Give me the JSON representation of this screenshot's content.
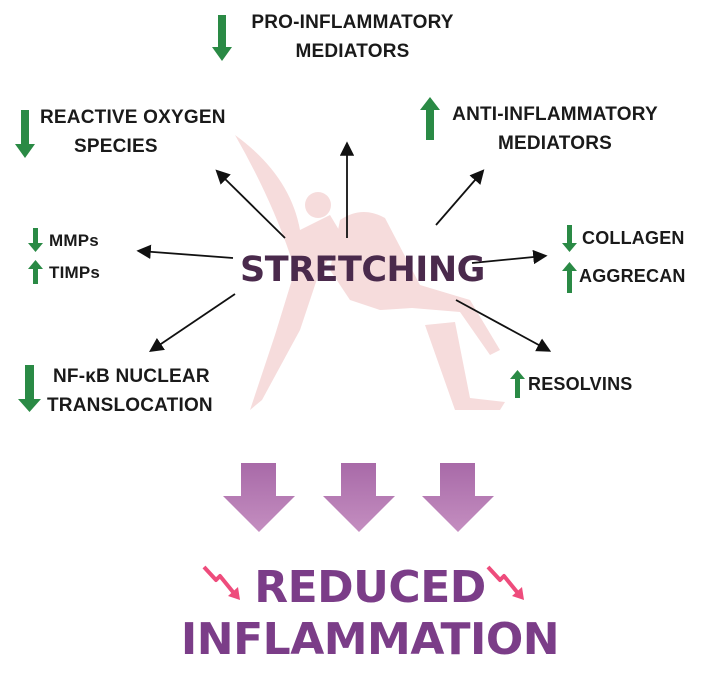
{
  "center": "STRETCHING",
  "effects": [
    {
      "id": "pro-inflammatory",
      "lines": [
        "PRO-INFLAMMATORY",
        "MEDIATORS"
      ],
      "direction": "down"
    },
    {
      "id": "ros",
      "lines": [
        "REACTIVE OXYGEN",
        "SPECIES"
      ],
      "direction": "down"
    },
    {
      "id": "anti-inflammatory",
      "lines": [
        "ANTI-INFLAMMATORY",
        "MEDIATORS"
      ],
      "direction": "up"
    },
    {
      "id": "mmps",
      "lines": [
        "MMPs"
      ],
      "direction": "down"
    },
    {
      "id": "timps",
      "lines": [
        "TIMPs"
      ],
      "direction": "up"
    },
    {
      "id": "collagen",
      "lines": [
        "COLLAGEN"
      ],
      "direction": "down"
    },
    {
      "id": "aggrecan",
      "lines": [
        "AGGRECAN"
      ],
      "direction": "up"
    },
    {
      "id": "nfkb",
      "lines": [
        "NF-κB NUCLEAR",
        "TRANSLOCATION"
      ],
      "direction": "down"
    },
    {
      "id": "resolvins",
      "lines": [
        "RESOLVINS"
      ],
      "direction": "up"
    }
  ],
  "outcome": [
    "REDUCED",
    "INFLAMMATION"
  ],
  "colors": {
    "green": "#2a8a45",
    "purple_text": "#7b3d88",
    "center_text": "#4a2a4c",
    "big_arrow": "#b377b0",
    "pink_arrow": "#ee4c7c",
    "silhouette": "#f6dcdc"
  }
}
